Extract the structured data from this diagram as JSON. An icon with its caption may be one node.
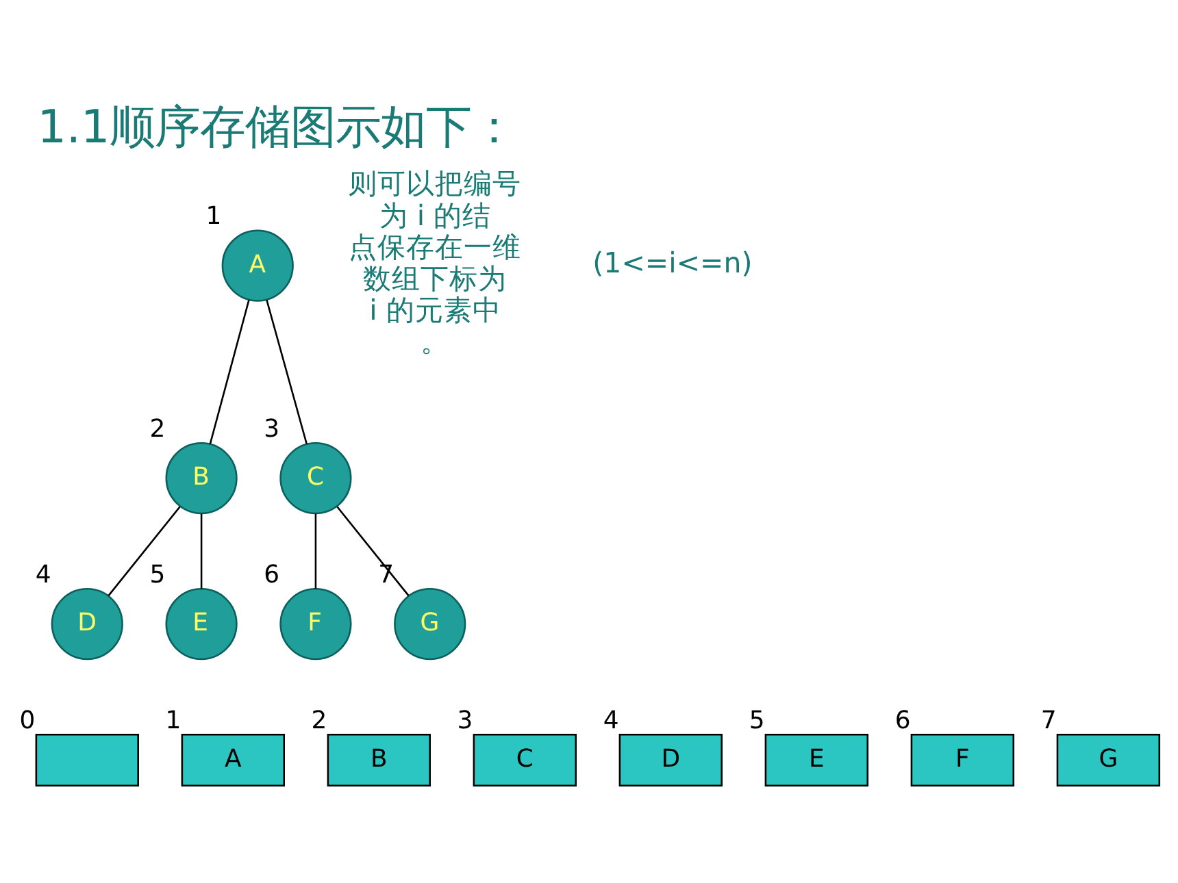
{
  "diagram": {
    "title": "1.1顺序存储图示如下：",
    "nodes": [
      {
        "text": [
          "A"
        ],
        "beside": [
          "1"
        ]
      },
      {
        "text": [
          "B"
        ],
        "beside": [
          "2"
        ]
      },
      {
        "text": [
          "C"
        ],
        "beside": [
          "3"
        ]
      },
      {
        "text": [
          "D"
        ],
        "beside": [
          "4"
        ]
      },
      {
        "text": [
          "E"
        ],
        "beside": [
          "5"
        ]
      },
      {
        "text": [
          "F"
        ],
        "beside": [
          "6"
        ]
      },
      {
        "text": [
          "G"
        ],
        "beside": [
          "7"
        ]
      },
      {
        "text": [],
        "shape": "box",
        "beside": [
          "0"
        ]
      },
      {
        "text": [
          "A"
        ],
        "beside": [
          "1"
        ]
      },
      {
        "text": [
          "B"
        ],
        "beside": [
          "2"
        ]
      },
      {
        "text": [
          "C"
        ],
        "beside": [
          "3"
        ]
      },
      {
        "text": [
          "D"
        ],
        "beside": [
          "4"
        ]
      },
      {
        "text": [
          "E"
        ],
        "beside": [
          "5"
        ]
      },
      {
        "text": [
          "F"
        ],
        "beside": [
          "6"
        ]
      },
      {
        "text": [
          "G"
        ],
        "beside": [
          "7"
        ]
      }
    ],
    "edges": [
      {
        "from": 0,
        "to": 1,
        "arrow": "none"
      },
      {
        "from": 0,
        "to": 2,
        "arrow": "none"
      },
      {
        "from": 1,
        "to": 3,
        "arrow": "none"
      },
      {
        "from": 1,
        "to": 4,
        "arrow": "none"
      },
      {
        "from": 2,
        "to": 5,
        "arrow": "none"
      },
      {
        "from": 2,
        "to": 6,
        "arrow": "none"
      }
    ],
    "labels": [
      "则可以把编号为 i 的结点保存在一维数组下标为 i 的元素中。",
      "(1<=i<=n)"
    ]
  }
}
